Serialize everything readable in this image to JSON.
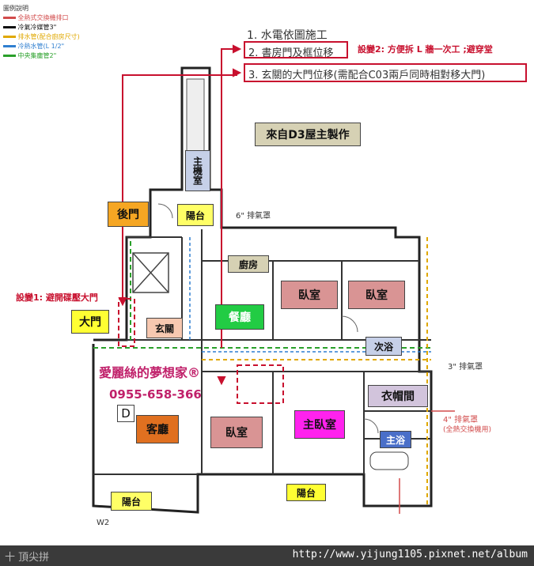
{
  "legend": {
    "title": "圖例說明",
    "items": [
      {
        "label": "全熱式交換機排口",
        "color": "#d24b4b"
      },
      {
        "label": "冷氣冷媒管3\"",
        "color": "#111111"
      },
      {
        "label": "排水管(配合廚房尺寸)",
        "color": "#e0a800"
      },
      {
        "label": "冷熱水管(L 1/2\"",
        "color": "#2f7fd0"
      },
      {
        "label": "中央集塵管2\"",
        "color": "#2aa02a"
      }
    ]
  },
  "notes": {
    "note1": "1. 水電依圖施工",
    "note2": "2. 書房門及框位移",
    "note3": "3. 玄關的大門位移(需配合C03兩戶同時相對移大門)"
  },
  "change2": "設變2: 方便拆 L 牆一次工 ;避穿堂",
  "change1": "設變1: 避開碟壓大門",
  "source_label": "來自D3屋主製作",
  "rooms": {
    "main_machine": "主機室",
    "back_door": "後門",
    "balcony_back": "陽台",
    "kitchen": "廚房",
    "dining": "餐廳",
    "foyer": "玄關",
    "main_door": "大門",
    "bedroom1": "臥室",
    "bedroom2": "臥室",
    "bedroom3": "臥室",
    "master": "主臥室",
    "second_bath": "次浴",
    "wardrobe": "衣帽間",
    "master_bath": "主浴",
    "living": "客廳",
    "balcony_front1": "陽台",
    "balcony_front2": "陽台",
    "d_marker": "D"
  },
  "watermark": {
    "name": "愛麗絲的夢想家®",
    "phone": "0955-658-366"
  },
  "annotations": {
    "exhaust_6": "6\" 排氣罩",
    "exhaust_3": "3\" 排氣罩",
    "exhaust_4": "4\" 排氣罩",
    "exhaust_4_sub": "(全熱交換機用)",
    "w2": "W2"
  },
  "footer": {
    "url": "http://www.yijung1105.pixnet.net/album",
    "left": "十 頂尖拼"
  }
}
